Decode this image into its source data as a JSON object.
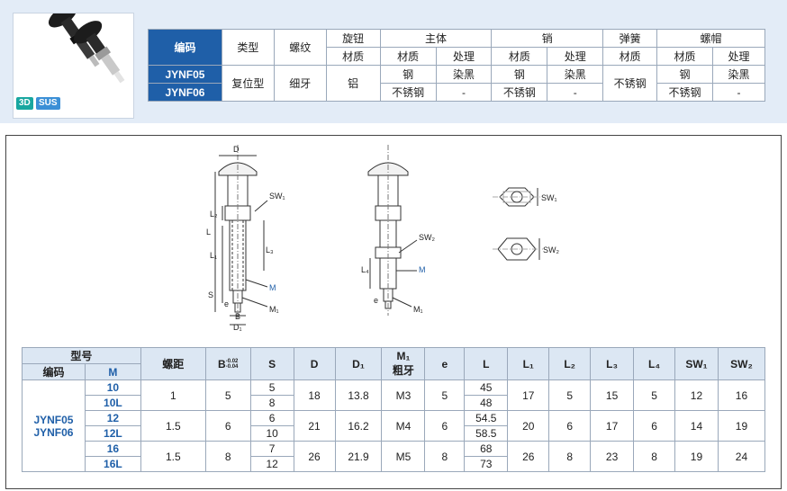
{
  "badges": {
    "b3d": "3D",
    "sus": "SUS"
  },
  "spec_table": {
    "h_code": "编码",
    "h_type": "类型",
    "h_thread": "螺纹",
    "h_knob": "旋钮",
    "h_body": "主体",
    "h_pin": "销",
    "h_spring": "弹簧",
    "h_nut": "螺帽",
    "sub_material": "材质",
    "sub_treatment": "处理",
    "code1": "JYNF05",
    "code2": "JYNF06",
    "type": "复位型",
    "thread": "细牙",
    "knob_material": "铝",
    "row1": {
      "body_material": "钢",
      "body_treatment": "染黑",
      "pin_material": "钢",
      "pin_treatment": "染黑",
      "nut_material": "钢",
      "nut_treatment": "染黑"
    },
    "row2": {
      "body_material": "不锈钢",
      "body_treatment": "-",
      "pin_material": "不锈钢",
      "pin_treatment": "-",
      "nut_material": "不锈钢",
      "nut_treatment": "-"
    },
    "spring_material": "不锈钢"
  },
  "drawing_labels": {
    "D": "D",
    "SW1": "SW₁",
    "SW2": "SW₂",
    "L": "L",
    "L1": "L₁",
    "L2": "L₂",
    "L3": "L₃",
    "L4": "L₄",
    "S": "S",
    "e": "e",
    "B": "B",
    "D1": "D₁",
    "M": "M",
    "M1": "M₁"
  },
  "dim_table": {
    "h_model": "型号",
    "h_code": "编码",
    "h_M": "M",
    "h_pitch": "螺距",
    "h_B": "B",
    "h_B_tol_upper": "-0.02",
    "h_B_tol_lower": "-0.04",
    "h_S": "S",
    "h_D": "D",
    "h_D1": "D₁",
    "h_M1": "M₁",
    "h_M1_sub": "粗牙",
    "h_e": "e",
    "h_L": "L",
    "h_L1": "L₁",
    "h_L2": "L₂",
    "h_L3": "L₃",
    "h_L4": "L₄",
    "h_SW1": "SW₁",
    "h_SW2": "SW₂",
    "codes": "JYNF05\nJYNF06",
    "groups": [
      {
        "M": [
          "10",
          "10L"
        ],
        "pitch": "1",
        "B": "5",
        "S": [
          "5",
          "8"
        ],
        "D": "18",
        "D1": "13.8",
        "M1": "M3",
        "e": "5",
        "L": [
          "45",
          "48"
        ],
        "L1": "17",
        "L2": "5",
        "L3": "15",
        "L4": "5",
        "SW1": "12",
        "SW2": "16"
      },
      {
        "M": [
          "12",
          "12L"
        ],
        "pitch": "1.5",
        "B": "6",
        "S": [
          "6",
          "10"
        ],
        "D": "21",
        "D1": "16.2",
        "M1": "M4",
        "e": "6",
        "L": [
          "54.5",
          "58.5"
        ],
        "L1": "20",
        "L2": "6",
        "L3": "17",
        "L4": "6",
        "SW1": "14",
        "SW2": "19"
      },
      {
        "M": [
          "16",
          "16L"
        ],
        "pitch": "1.5",
        "B": "8",
        "S": [
          "7",
          "12"
        ],
        "D": "26",
        "D1": "21.9",
        "M1": "M5",
        "e": "8",
        "L": [
          "68",
          "73"
        ],
        "L1": "26",
        "L2": "8",
        "L3": "23",
        "L4": "8",
        "SW1": "19",
        "SW2": "24"
      }
    ]
  },
  "colors": {
    "accent": "#1f5fa8",
    "band": "#e3ecf7",
    "header_cell": "#dce7f3",
    "badge_3d": "#19a7a0",
    "badge_sus": "#3b8fd6"
  }
}
